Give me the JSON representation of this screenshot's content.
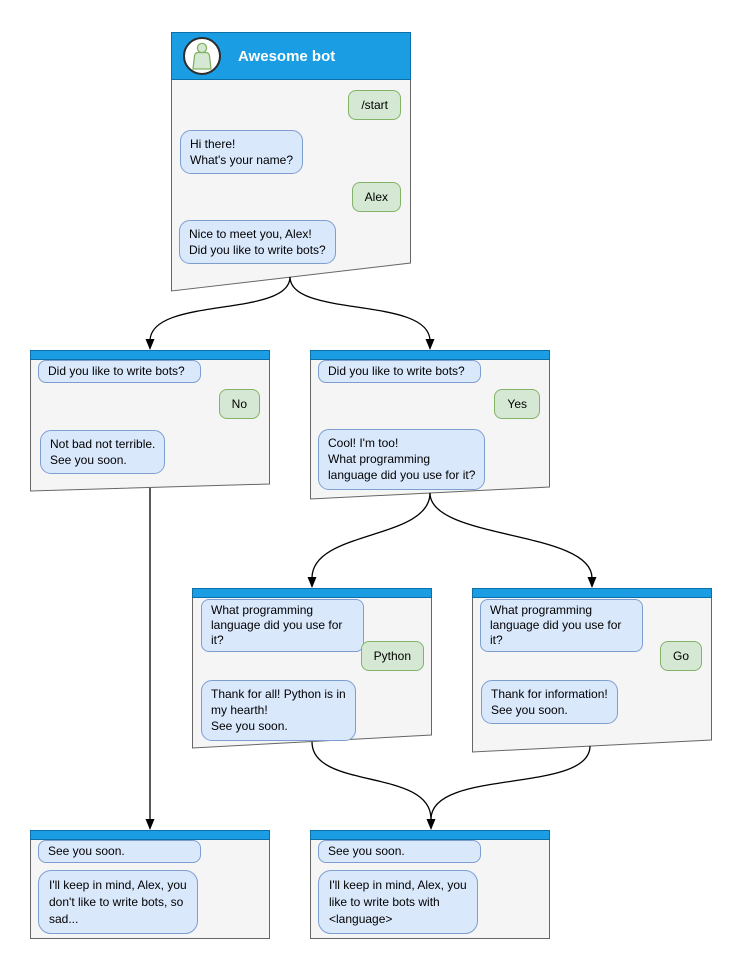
{
  "colors": {
    "header_blue": "#1a9de2",
    "header_border": "#0c6fa8",
    "window_fill": "#f5f5f5",
    "window_border": "#666666",
    "bot_bubble_fill": "#dae8fc",
    "bot_bubble_border": "#7d9ed1",
    "user_bubble_fill": "#d5e8d4",
    "user_bubble_border": "#82b366",
    "connector": "#000000"
  },
  "windows": {
    "start": {
      "title": "Awesome bot",
      "messages": [
        {
          "role": "user",
          "text": "/start"
        },
        {
          "role": "bot",
          "text": "Hi there!\nWhat's your name?"
        },
        {
          "role": "user",
          "text": "Alex"
        },
        {
          "role": "bot",
          "text": "Nice to meet you, Alex!\nDid you like to write bots?"
        }
      ]
    },
    "branch_no": {
      "messages": [
        {
          "role": "bot",
          "text": "Did you like to write bots?"
        },
        {
          "role": "user",
          "text": "No"
        },
        {
          "role": "bot",
          "text": "Not bad not terrible.\nSee you soon."
        }
      ]
    },
    "branch_yes": {
      "messages": [
        {
          "role": "bot",
          "text": "Did you like to write bots?"
        },
        {
          "role": "user",
          "text": "Yes"
        },
        {
          "role": "bot",
          "text": "Cool! I'm too!\nWhat programming\nlanguage did you use for it?"
        }
      ]
    },
    "lang_python": {
      "messages": [
        {
          "role": "bot",
          "text": "What programming\nlanguage did you use for it?"
        },
        {
          "role": "user",
          "text": "Python"
        },
        {
          "role": "bot",
          "text": "Thank for all! Python is in\nmy hearth!\nSee you soon."
        }
      ]
    },
    "lang_go": {
      "messages": [
        {
          "role": "bot",
          "text": "What programming\nlanguage did you use for it?"
        },
        {
          "role": "user",
          "text": "Go"
        },
        {
          "role": "bot",
          "text": "Thank for information!\nSee you soon."
        }
      ]
    },
    "end_no": {
      "messages": [
        {
          "role": "bot",
          "text": "See you soon."
        },
        {
          "role": "bot",
          "text": "I'll keep in mind, Alex, you\ndon't like to write bots, so\nsad..."
        }
      ]
    },
    "end_yes": {
      "messages": [
        {
          "role": "bot",
          "text": "See you soon."
        },
        {
          "role": "bot",
          "text": "I'll keep in mind, Alex, you\nlike to write bots with\n<language>"
        }
      ]
    }
  }
}
